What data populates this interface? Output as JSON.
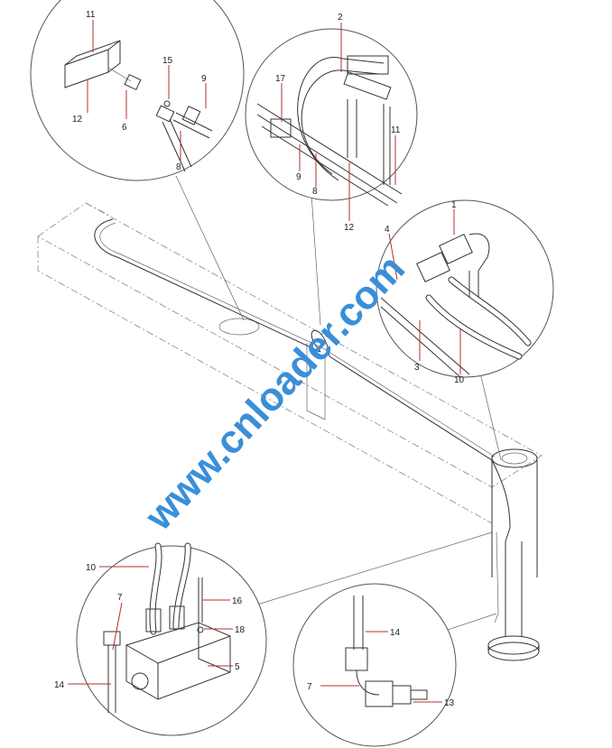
{
  "watermark": "www.cnloader.com",
  "callouts": {
    "top_left": [
      "11",
      "15",
      "9",
      "12",
      "6",
      "8"
    ],
    "top": [
      "2",
      "17",
      "11",
      "9",
      "8",
      "12"
    ],
    "right": [
      "1",
      "4",
      "3",
      "10"
    ],
    "bottom_left": [
      "10",
      "7",
      "16",
      "18",
      "5",
      "14"
    ],
    "bottom_right": [
      "14",
      "7",
      "13"
    ]
  }
}
